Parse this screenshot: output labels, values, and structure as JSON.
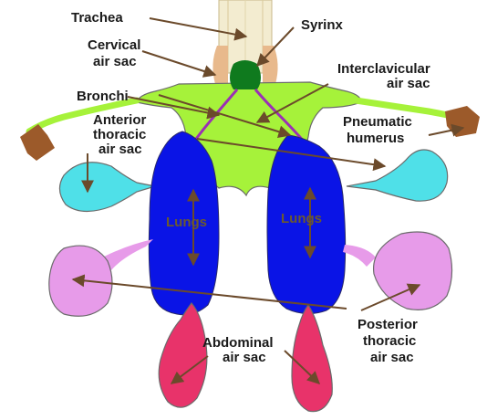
{
  "diagram": {
    "labels": {
      "trachea": "Trachea",
      "syrinx": "Syrinx",
      "cervical_line1": "Cervical",
      "cervical_line2": "air sac",
      "interclavicular_line1": "Interclavicular",
      "interclavicular_line2": "air sac",
      "bronchi": "Bronchi",
      "anterior_line1": "Anterior",
      "anterior_line2": "thoracic",
      "anterior_line3": "air sac",
      "pneumatic_line1": "Pneumatic",
      "pneumatic_line2": "humerus",
      "lungs_left": "Lungs",
      "lungs_right": "Lungs",
      "posterior_line1": "Posterior",
      "posterior_line2": "thoracic",
      "posterior_line3": "air sac",
      "abdominal_line1": "Abdominal",
      "abdominal_line2": "air sac"
    },
    "colors": {
      "trachea": "#f3ecd0",
      "cervical": "#e8b98c",
      "syrinx": "#0f7a1e",
      "interclavicular": "#a6f23a",
      "humerus": "#9c5a2a",
      "anterior": "#4fe0e8",
      "lungs": "#0a14e6",
      "posterior": "#e79be9",
      "abdominal": "#e8336a",
      "bronchi": "#9b2fb5",
      "arrow": "#6b4a2b"
    }
  }
}
